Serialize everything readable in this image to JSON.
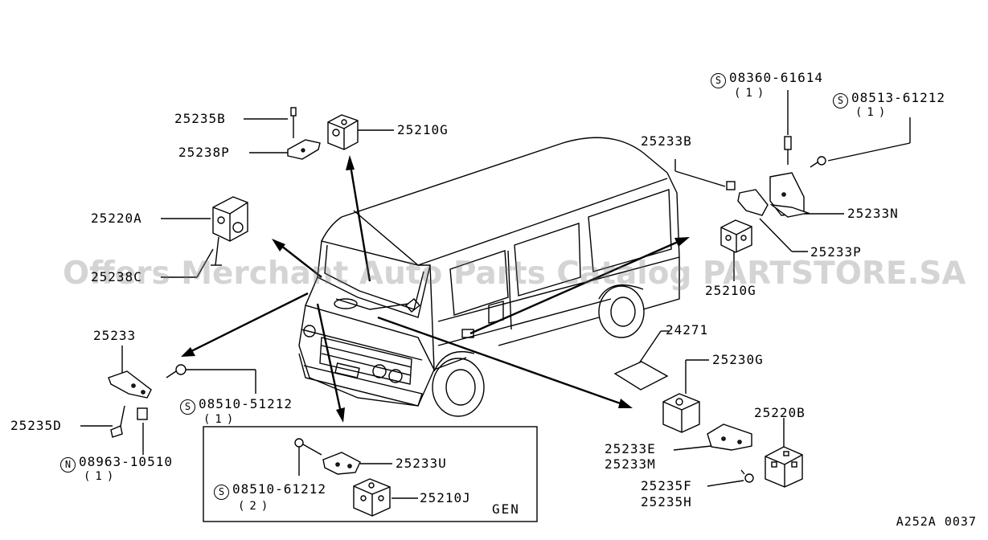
{
  "diagram": {
    "watermark": "Offers Merchant Auto Parts Catalog PARTSTORE.SA",
    "code": "A252A 0037",
    "inset_label": "GEN",
    "labels": {
      "p25235B": "25235B",
      "p25238P": "25238P",
      "p25210G_top": "25210G",
      "p25220A": "25220A",
      "p25238C": "25238C",
      "p25233": "25233",
      "p25235D": "25235D",
      "p25233B": "25233B",
      "p25233N": "25233N",
      "p25233P": "25233P",
      "p25210G_right": "25210G",
      "p24271": "24271",
      "p25230G": "25230G",
      "p25220B": "25220B",
      "p25233E": "25233E",
      "p25233M": "25233M",
      "p25235F": "25235F",
      "p25235H": "25235H",
      "p25233U": "25233U",
      "p25210J": "25210J"
    },
    "screws": {
      "s1": {
        "symbol": "S",
        "number": "08360-61614",
        "qty": "(1)"
      },
      "s2": {
        "symbol": "S",
        "number": "08513-61212",
        "qty": "(1)"
      },
      "s3": {
        "symbol": "S",
        "number": "08510-51212",
        "qty": "(1)"
      },
      "s4": {
        "symbol": "N",
        "number": "08963-10510",
        "qty": "(1)"
      },
      "s5": {
        "symbol": "S",
        "number": "08510-61212",
        "qty": "(2)"
      }
    }
  }
}
